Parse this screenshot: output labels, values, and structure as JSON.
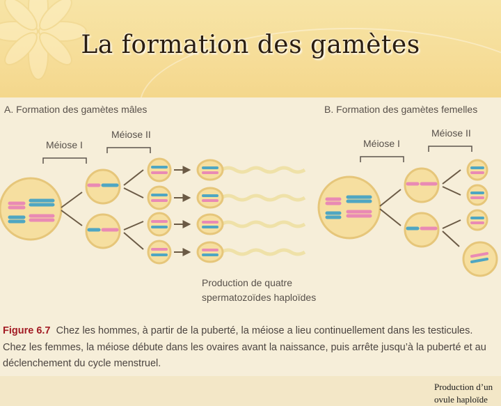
{
  "slide": {
    "title": "La formation des gamètes"
  },
  "diagram": {
    "male_title": "A. Formation des gamètes mâles",
    "female_title": "B. Formation des gamètes femelles",
    "male_meiosis1": "Méiose I",
    "male_meiosis2": "Méiose II",
    "female_meiosis1": "Méiose I",
    "female_meiosis2": "Méiose II",
    "male_product_line1": "Production de quatre",
    "male_product_line2": "spermatozoïdes haploïdes",
    "female_product_note": "Production d’un ovule haploïde"
  },
  "caption": {
    "figure_label": "Figure 6.7",
    "line1": "Chez les hommes, à partir de la puberté, la méiose a lieu continuellement dans les testicules.",
    "line2": "Chez les femmes, la méiose débute dans les ovaires avant la naissance, puis arrête jusqu’à la puberté et au",
    "line3": "déclenchement du cycle menstruel."
  },
  "colors": {
    "cell_fill": "#f6dfa0",
    "cell_stroke": "#e6c67a",
    "chromosome_pink": "#e98ab4",
    "chromosome_blue": "#4fa6c2",
    "arrow": "#6b5a45",
    "figure_label": "#a21b24"
  }
}
